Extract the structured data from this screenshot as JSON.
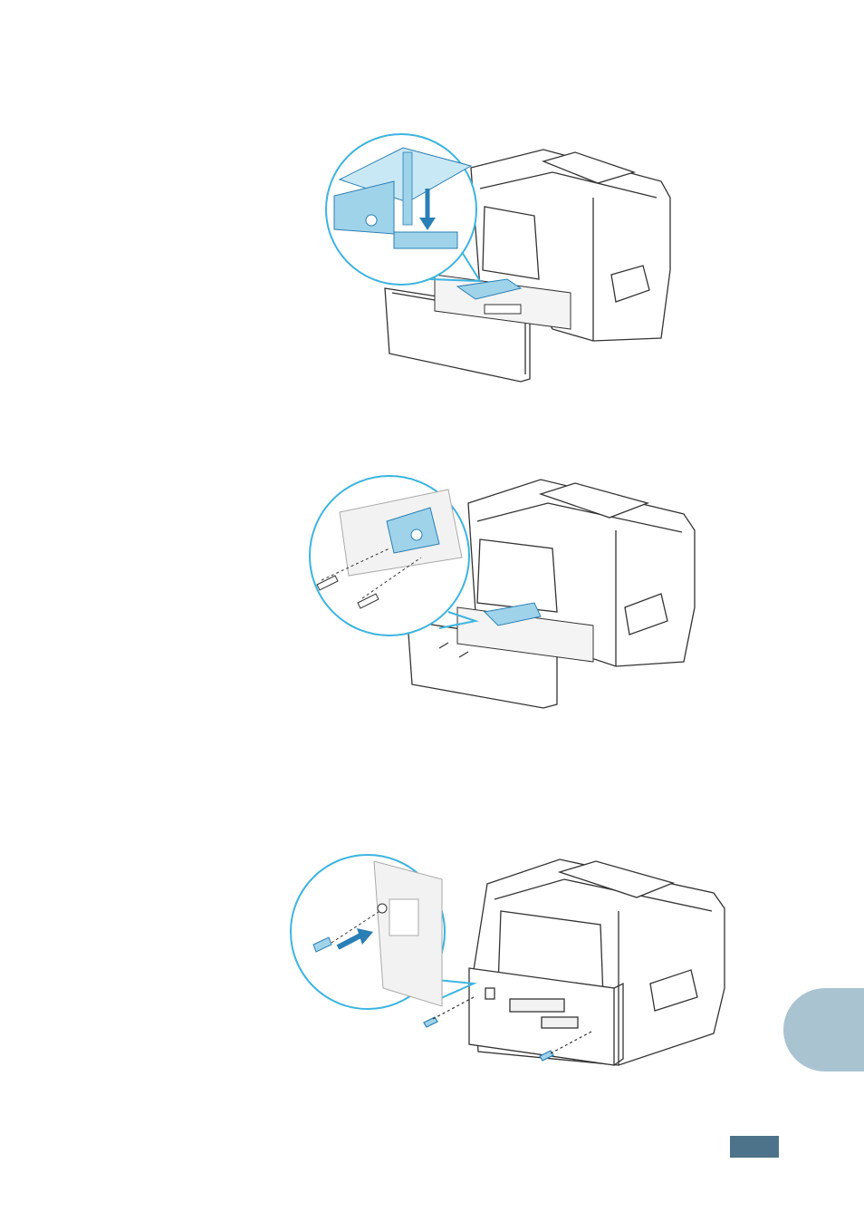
{
  "page": {
    "figures": [
      {
        "icon": "printer-network-card-insert-illustration"
      },
      {
        "icon": "printer-card-screws-illustration"
      },
      {
        "icon": "printer-cover-screws-illustration"
      }
    ],
    "colors": {
      "highlight": "#9fd3ea",
      "callout_circle": "#3cb4e0",
      "arrow": "#2a7fb5",
      "chapter_tab": "#a9c3d1",
      "page_box": "#4c7389"
    }
  }
}
